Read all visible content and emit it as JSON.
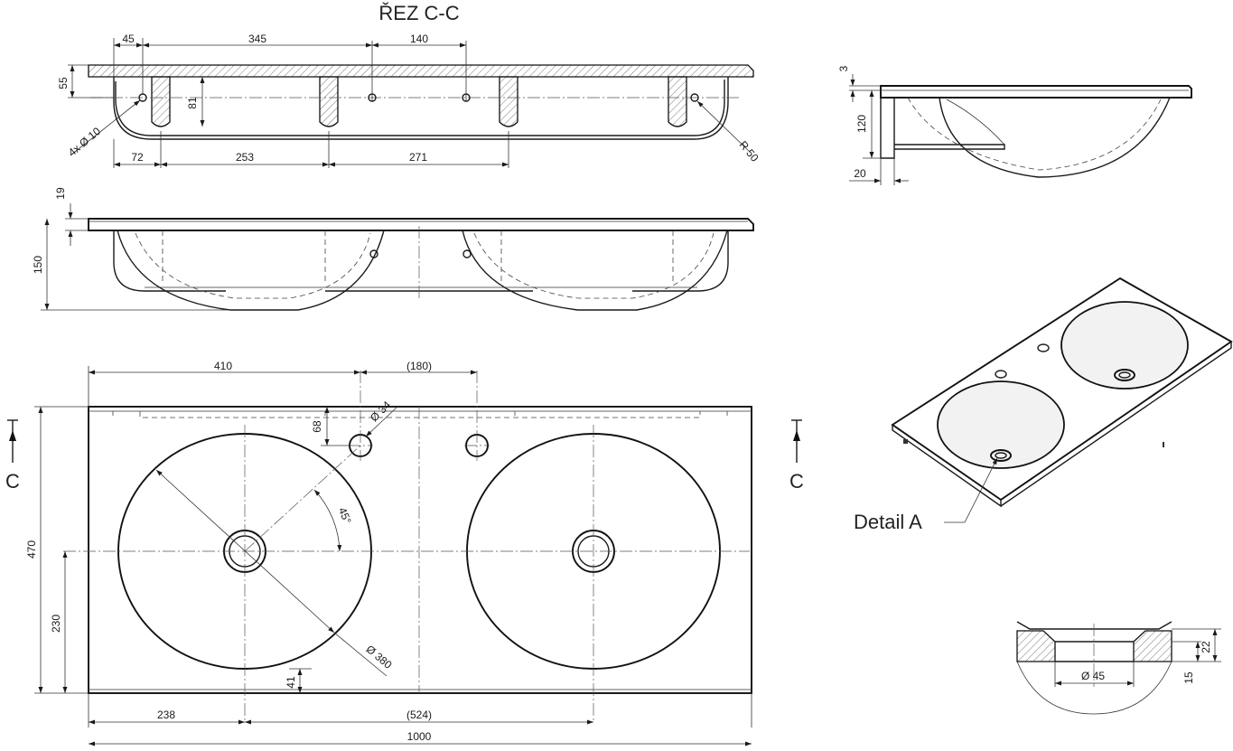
{
  "section_title": "ŘEZ C-C",
  "detail_label": "Detail A",
  "section_marker": "C",
  "dims_section": {
    "d45": "45",
    "d345": "345",
    "d140": "140",
    "d55": "55",
    "d81": "81",
    "holes": "4x Ø 10",
    "d72": "72",
    "d253": "253",
    "d271": "271",
    "r50": "R 50"
  },
  "dims_side": {
    "d3": "3",
    "d120": "120",
    "d20": "20"
  },
  "dims_front": {
    "d19": "19",
    "d150": "150"
  },
  "dims_top": {
    "d410": "410",
    "d180": "(180)",
    "d68": "68",
    "dia34": "Ø 34",
    "ang45": "45°",
    "d470": "470",
    "d230": "230",
    "dia380": "Ø 380",
    "d41": "41",
    "d238": "238",
    "d524": "(524)",
    "d1000": "1000"
  },
  "dims_detail": {
    "d22": "22",
    "d15": "15",
    "dia45": "Ø 45"
  }
}
